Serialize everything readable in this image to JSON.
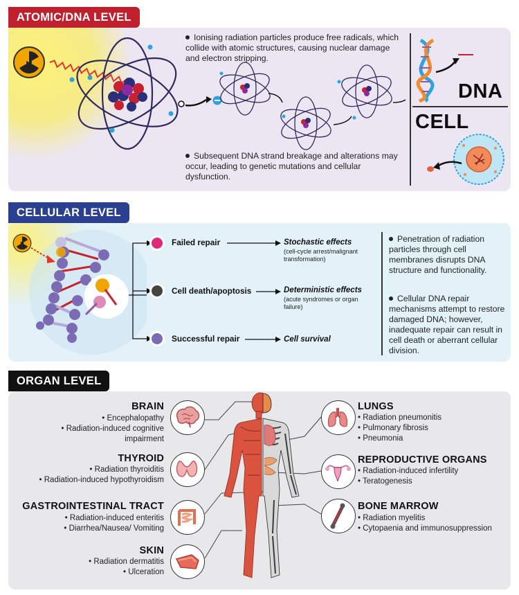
{
  "atomic": {
    "tag": "ATOMIC/DNA LEVEL",
    "text1": "Ionising radiation particles produce free radicals, which collide with atomic structures, causing nuclear damage and electron stripping.",
    "text2": "Subsequent DNA strand breakage and alterations may occur, leading to genetic mutations and cellular dysfunction.",
    "dna_label": "DNA",
    "cell_label": "CELL"
  },
  "cellular": {
    "tag": "CELLULAR LEVEL",
    "outcomes": [
      {
        "label": "Failed repair",
        "effect": "Stochastic effects",
        "detail": "(cell-cycle arrest/malignant transformation)"
      },
      {
        "label": "Cell death/apoptosis",
        "effect": "Deterministic effects",
        "detail": "(acute syndromes or organ failure)"
      },
      {
        "label": "Successful repair",
        "effect": "Cell survival",
        "detail": ""
      }
    ],
    "text1": "Penetration of radiation particles through cell membranes disrupts DNA structure and functionality.",
    "text2": "Cellular DNA repair mechanisms attempt to restore damaged DNA; however, inadequate repair can result in cell death or aberrant cellular division."
  },
  "organ": {
    "tag": "ORGAN LEVEL",
    "left": [
      {
        "title": "BRAIN",
        "items": [
          "Encephalopathy",
          "Radiation-induced cognitive",
          "impairment"
        ]
      },
      {
        "title": "THYROID",
        "items": [
          "Radiation thyroiditis",
          "Radiation-induced hypothyroidism"
        ]
      },
      {
        "title": "GASTROINTESTINAL TRACT",
        "items": [
          "Radiation-induced enteritis",
          "Diarrhea/Nausea/ Vomiting"
        ]
      },
      {
        "title": "SKIN",
        "items": [
          "Radiation dermatitis",
          "Ulceration"
        ]
      }
    ],
    "right": [
      {
        "title": "LUNGS",
        "items": [
          "Radiation pneumonitis",
          "Pulmonary fibrosis",
          "Pneumonia"
        ]
      },
      {
        "title": "REPRODUCTIVE ORGANS",
        "items": [
          "Radiation-induced infertility",
          "Teratogenesis"
        ]
      },
      {
        "title": "BONE MARROW",
        "items": [
          "Radiation myelitis",
          "Cytopaenia and immunosuppression"
        ]
      }
    ]
  },
  "colors": {
    "atomic_tag": "#c0202e",
    "cellular_tag": "#2a3f8f",
    "organ_tag": "#111111",
    "atomic_bg": "#ece6f3",
    "cellular_bg": "#e3f1f8",
    "organ_bg": "#e8e8ea"
  },
  "icons": [
    "radiation-icon",
    "atom-icon",
    "dna-icon",
    "cell-icon",
    "brain-icon",
    "thyroid-icon",
    "intestine-icon",
    "skin-icon",
    "lungs-icon",
    "uterus-icon",
    "bone-icon",
    "human-body-icon"
  ]
}
